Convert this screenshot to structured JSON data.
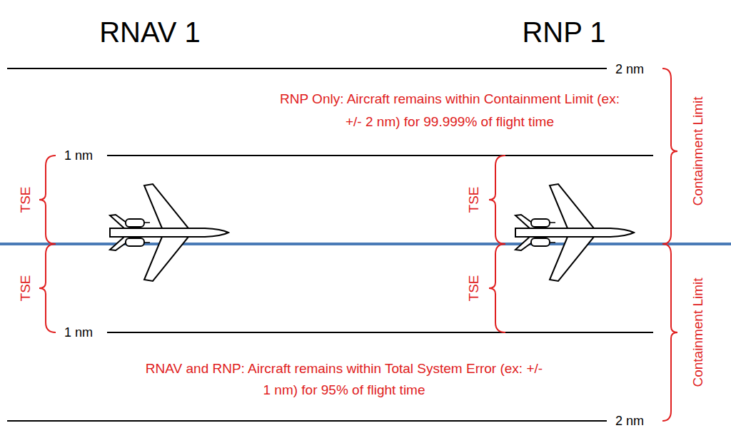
{
  "diagram": {
    "labels": [
      "RNAV 1",
      "RNP 1",
      "2 nm",
      "RNP Only: Aircraft remains within Containment Limit (ex: +/- 2 nm) for 99.999% of flight time",
      "1 nm",
      "TSE",
      "TSE",
      "Containment Limit",
      "Containment Limit",
      "TSE",
      "TSE",
      "1 nm",
      "RNAV and RNP: Aircraft remains within Total System Error (ex: +/- 1 nm) for 95% of flight time",
      "2 nm"
    ]
  }
}
